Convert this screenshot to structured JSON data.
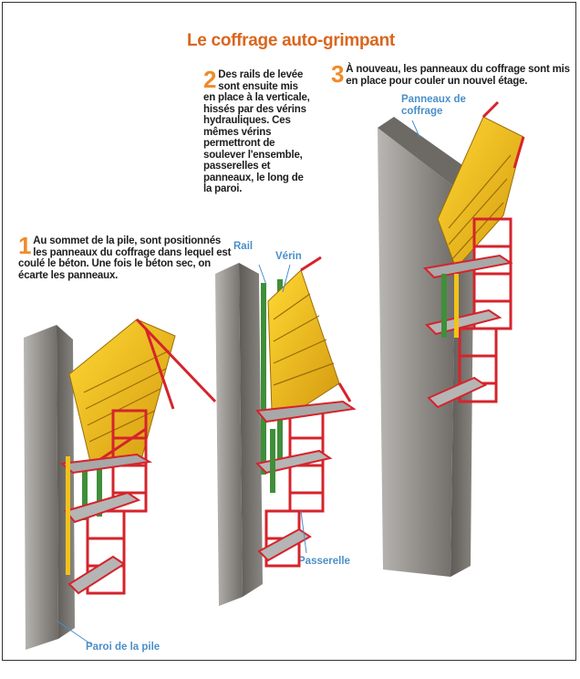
{
  "title": "Le coffrage auto-grimpant",
  "steps": [
    {
      "number": "1",
      "text": "Au sommet de la pile, sont positionnés les panneaux du coffrage dans lequel est coulé le béton. Une fois le béton sec, on écarte les panneaux."
    },
    {
      "number": "2",
      "text": "Des rails de levée sont ensuite mis en place à la verticale, hissés par des vérins hydrauliques. Ces mêmes vérins permettront de soulever l'ensemble, passerelles et panneaux, le long de la paroi."
    },
    {
      "number": "3",
      "text": "À nouveau, les panneaux du coffrage sont mis en place pour couler un nouvel étage."
    }
  ],
  "labels": {
    "rail": "Rail",
    "verin": "Vérin",
    "panneaux": "Panneaux de coffrage",
    "passerelle": "Passerelle",
    "paroi": "Paroi de la pile"
  },
  "colors": {
    "title": "#d9661e",
    "step_number": "#f08a2a",
    "label": "#4a8fc9",
    "concrete": "#8f8d8a",
    "formwork_yellow": "#f2c21a",
    "scaffold_red": "#d5242c",
    "hydraulic_green": "#3f8f3a"
  }
}
